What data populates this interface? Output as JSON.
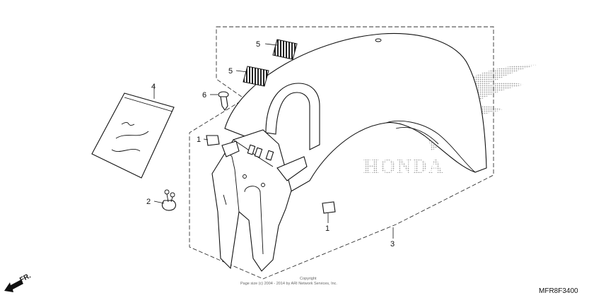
{
  "callouts": {
    "c1a": "1",
    "c1b": "1",
    "c2": "2",
    "c3": "3",
    "c4": "4",
    "c5a": "5",
    "c5b": "5",
    "c6": "6"
  },
  "diagram_code": "MFR8F3400",
  "copyright": {
    "line1": "Copyright",
    "line2": "Page size (c) 2004 - 2014 by ARI Network Services, Inc."
  },
  "watermark_text": "HONDA",
  "direction_label": "FR.",
  "icons": {
    "watermark": "honda-wing-logo",
    "direction": "front-direction-arrow-icon"
  },
  "colors": {
    "line": "#111111",
    "watermark": "#bdbdbd"
  }
}
